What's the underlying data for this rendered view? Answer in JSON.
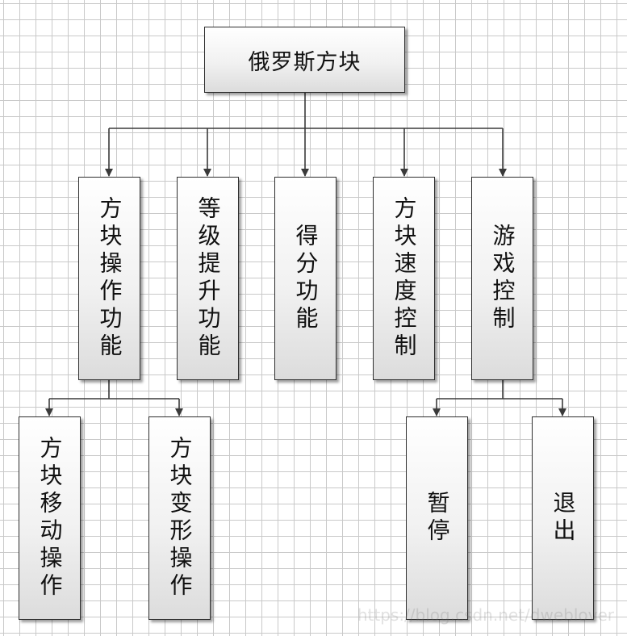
{
  "diagram": {
    "root": "俄罗斯方块",
    "modules": [
      {
        "id": "block-ops",
        "label": "方块操作功能"
      },
      {
        "id": "level-up",
        "label": "等级提升功能"
      },
      {
        "id": "score",
        "label": "得分功能"
      },
      {
        "id": "speed",
        "label": "方块速度控制"
      },
      {
        "id": "game-control",
        "label": "游戏控制"
      }
    ],
    "block_ops_children": [
      {
        "id": "move",
        "label": "方块移动操作"
      },
      {
        "id": "rotate",
        "label": "方块变形操作"
      }
    ],
    "game_control_children": [
      {
        "id": "pause",
        "label": "暂停"
      },
      {
        "id": "quit",
        "label": "退出"
      }
    ]
  },
  "watermark": "https://blog.csdn.net/dweblover",
  "colors": {
    "border": "#2f2f2f",
    "grid": "#c9c9c9",
    "connector": "#3a3a3a"
  }
}
